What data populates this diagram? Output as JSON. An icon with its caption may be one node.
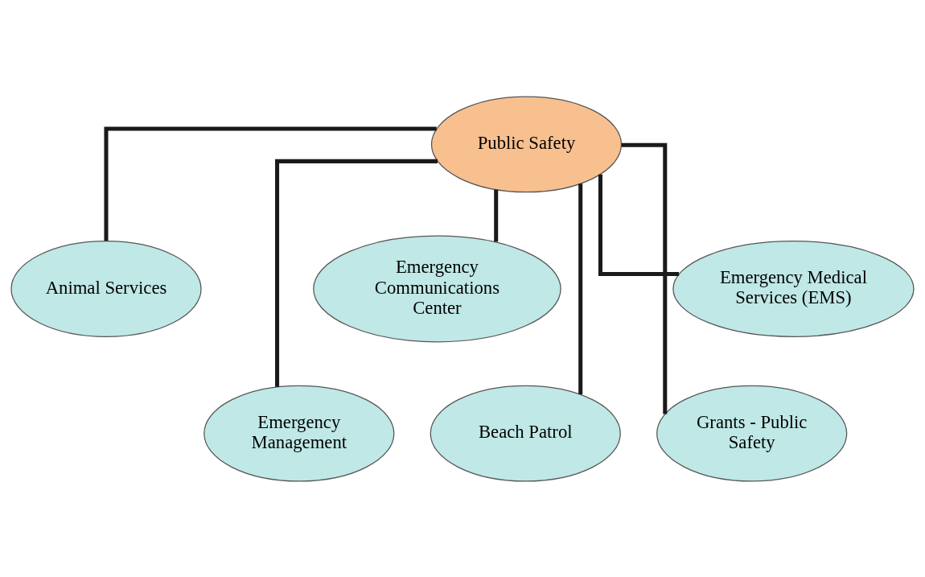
{
  "diagram": {
    "nodes": [
      {
        "text": [
          "Public Safety"
        ]
      },
      {
        "text": [
          "Animal Services"
        ]
      },
      {
        "text": [
          "Emergency Communications Center"
        ]
      },
      {
        "text": [
          "Emergency Medical Services (EMS)"
        ]
      },
      {
        "text": [
          "Emergency Management"
        ]
      },
      {
        "text": [
          "Beach Patrol"
        ]
      },
      {
        "text": [
          "Grants - Public Safety"
        ]
      }
    ],
    "edges": [
      {
        "from": 0,
        "to": 1,
        "arrow": "none"
      },
      {
        "from": 0,
        "to": 2,
        "arrow": "none"
      },
      {
        "from": 0,
        "to": 3,
        "arrow": "none"
      },
      {
        "from": 0,
        "to": 4,
        "arrow": "none"
      },
      {
        "from": 0,
        "to": 5,
        "arrow": "none"
      },
      {
        "from": 0,
        "to": 6,
        "arrow": "none"
      }
    ]
  }
}
